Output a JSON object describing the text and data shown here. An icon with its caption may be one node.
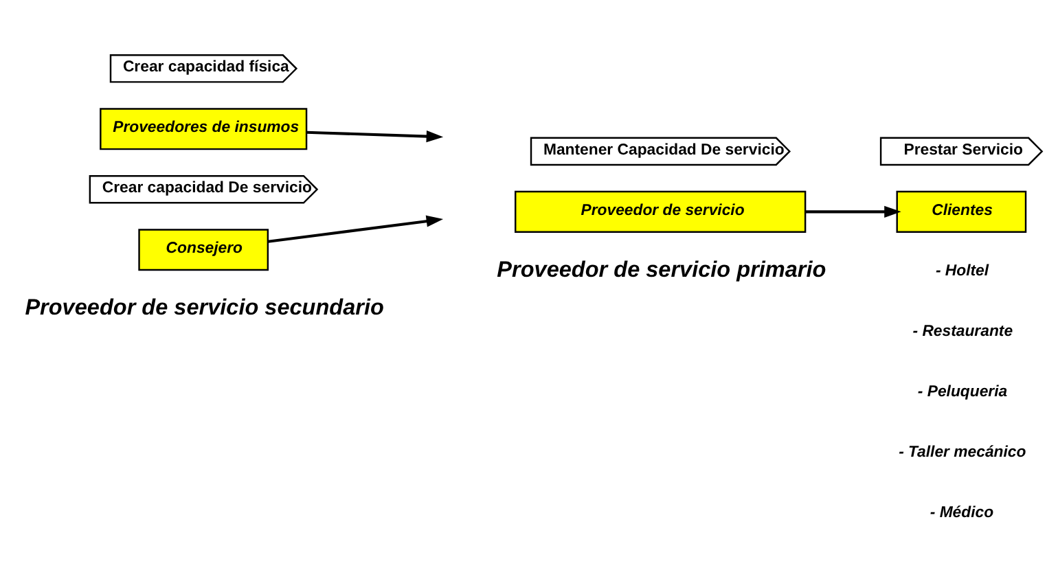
{
  "diagram": {
    "nodes": [
      {
        "text": [
          "Crear capacidad física"
        ]
      },
      {
        "text": [
          "Proveedores de insumos"
        ]
      },
      {
        "text": [
          "Crear capacidad De servicio"
        ]
      },
      {
        "text": [
          "Consejero"
        ]
      },
      {
        "text": [
          "Mantener Capacidad De servicio"
        ]
      },
      {
        "text": [
          "Prestar Servicio"
        ]
      },
      {
        "text": [
          "Proveedor de servicio"
        ]
      },
      {
        "text": [
          "Clientes"
        ]
      }
    ],
    "edges": [
      {
        "from": 1,
        "to": null,
        "arrow": "to"
      },
      {
        "from": 3,
        "to": null,
        "arrow": "to"
      },
      {
        "from": 6,
        "to": 7,
        "arrow": "to"
      }
    ],
    "labels": [
      "Proveedor de servicio secundario",
      "Proveedor de servicio primario",
      "- Holtel",
      "- Restaurante",
      "- Peluqueria",
      "- Taller mecánico",
      "- Médico"
    ]
  }
}
